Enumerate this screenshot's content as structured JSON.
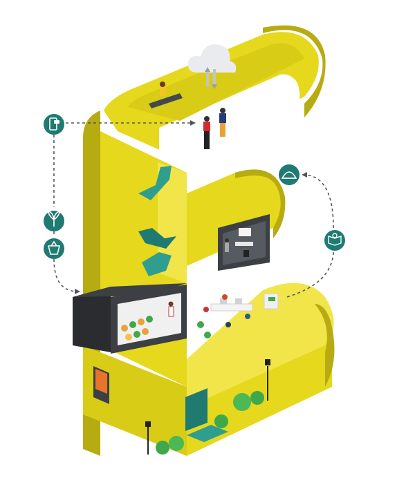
{
  "colors": {
    "background": "#ffffff",
    "yellow": "#e6d81c",
    "yellow_light": "#f2e54a",
    "yellow_dark": "#b7ab12",
    "yellow_shadow": "#8f8510",
    "teal": "#1f7a72",
    "teal_light": "#2f9e8f",
    "dark": "#3c3f44",
    "dark_edge": "#2a2c30",
    "dots": "#ffffff",
    "green_bush": "#3fa84a",
    "flower": "#e8a23c",
    "cloud": "#e9ebee",
    "arrow": "#555555"
  },
  "icons": [
    {
      "name": "phone-message-icon",
      "role": "circle-badge"
    },
    {
      "name": "plant-icon",
      "role": "circle-badge"
    },
    {
      "name": "shopping-basket-icon",
      "role": "circle-badge"
    },
    {
      "name": "medal-ribbon-icon",
      "role": "circle-badge"
    },
    {
      "name": "book-bulb-icon",
      "role": "circle-badge"
    },
    {
      "name": "cloud-sync-icon",
      "role": "roof-decoration"
    }
  ]
}
